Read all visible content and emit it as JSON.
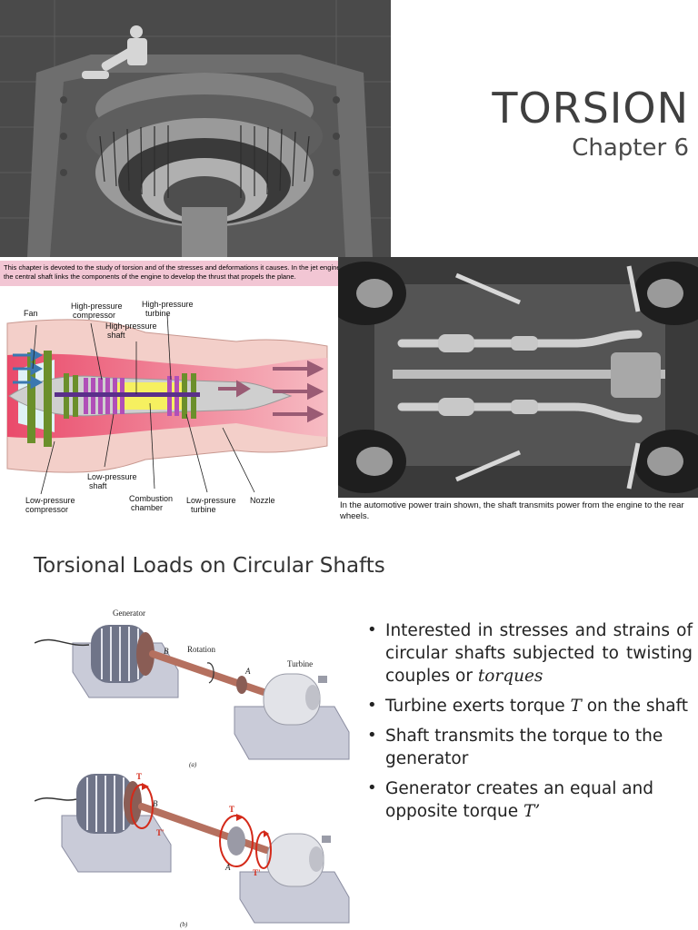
{
  "slide1": {
    "title": "TORSION",
    "subtitle": "Chapter 6",
    "engine_caption": "This chapter is devoted to the study of torsion and of the stresses and deformations it causes. In the jet engine shown here, the central shaft links the components of the engine to develop the thrust that propels the plane.",
    "diagram_labels": {
      "fan": "Fan",
      "hp_compressor_1": "High-pressure",
      "hp_compressor_2": "compressor",
      "hp_turbine_1": "High-pressure",
      "hp_turbine_2": "turbine",
      "hp_shaft_1": "High-pressure",
      "hp_shaft_2": "shaft",
      "lp_shaft_1": "Low-pressure",
      "lp_shaft_2": "shaft",
      "lp_compressor_1": "Low-pressure",
      "lp_compressor_2": "compressor",
      "combustion_1": "Combustion",
      "combustion_2": "chamber",
      "lp_turbine_1": "Low-pressure",
      "lp_turbine_2": "turbine",
      "nozzle": "Nozzle"
    },
    "car_caption": "In the automotive power train shown, the shaft transmits power from the engine to the rear wheels."
  },
  "slide2": {
    "title": "Torsional Loads on Circular Shafts",
    "figure_a": {
      "generator": "Generator",
      "rotation": "Rotation",
      "turbine": "Turbine",
      "point_b": "B",
      "point_a": "A",
      "tag": "(a)"
    },
    "figure_b": {
      "t": "T",
      "t_prime": "T'",
      "point_b": "B",
      "point_a": "A",
      "tag": "(b)"
    },
    "bullets": {
      "b1_text": "Interested in stresses and strains of circular shafts subjected to twisting couples or ",
      "b1_em": "torques",
      "b2_text_a": "Turbine exerts torque ",
      "b2_em": "T",
      "b2_text_b": " on the shaft",
      "b3_text": "Shaft transmits the torque to the generator",
      "b4_text": "Generator creates an equal and opposite torque ",
      "b4_em": "T’"
    }
  },
  "colors": {
    "caption_bg": "#f2c6d4",
    "title": "#3f3f3f",
    "shaft": "#b5705f",
    "torque_arrow": "#d42a1a"
  }
}
